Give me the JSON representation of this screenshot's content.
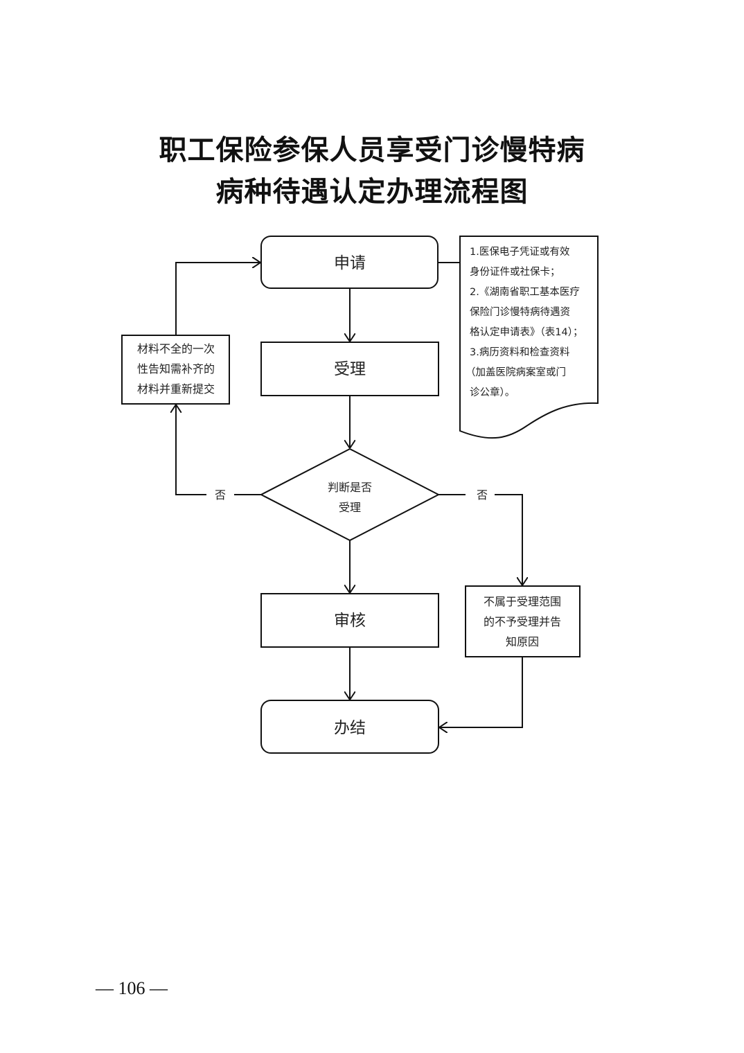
{
  "title": {
    "line1": "职工保险参保人员享受门诊慢特病",
    "line2": "病种待遇认定办理流程图"
  },
  "flowchart": {
    "nodes": {
      "apply": "申请",
      "accept": "受理",
      "decision": [
        "判断是否",
        "受理"
      ],
      "review": "审核",
      "complete": "办结",
      "supplement": [
        "材料不全的一次",
        "性告知需补齐的",
        "材料并重新提交"
      ],
      "reject": [
        "不属于受理范围",
        "的不予受理并告",
        "知原因"
      ]
    },
    "documents_note": [
      "1.医保电子凭证或有效",
      "身份证件或社保卡；",
      "2.《湖南省职工基本医疗",
      "保险门诊慢特病待遇资",
      "格认定申请表》（表14）；",
      "3.病历资料和检查资料",
      "（加盖医院病案室或门",
      "诊公章）。"
    ],
    "edge_labels": {
      "no_left": "否",
      "no_right": "否"
    }
  },
  "footer": {
    "page_number": "— 106 —"
  }
}
